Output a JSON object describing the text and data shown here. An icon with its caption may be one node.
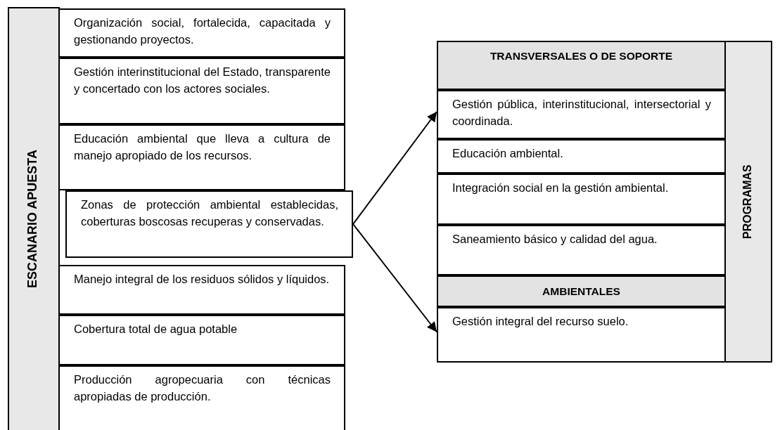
{
  "diagram": {
    "nodes": [
      {
        "text": [
          "ESCANARIO APUESTA"
        ]
      },
      {
        "text": [
          "Organización social, fortalecida, capacitada y gestionando proyectos."
        ],
        "in": 0
      },
      {
        "text": [
          "Gestión interinstitucional del Estado, transparente y concertado con los actores sociales."
        ],
        "in": 0
      },
      {
        "text": [
          "Educación ambiental que lleva a cultura de manejo apropiado de los recursos."
        ],
        "in": 0
      },
      {
        "text": [
          "Zonas de protección ambiental establecidas, coberturas boscosas recuperas y conservadas."
        ],
        "in": 0
      },
      {
        "text": [
          "Manejo integral de los residuos sólidos y líquidos."
        ],
        "in": 0
      },
      {
        "text": [
          "Cobertura total de agua potable"
        ],
        "in": 0
      },
      {
        "text": [
          "Producción agropecuaria con técnicas apropiadas de producción."
        ],
        "in": 0
      },
      {
        "text": [
          "PROGRAMAS"
        ]
      },
      {
        "text": [
          "TRANSVERSALES O DE SOPORTE"
        ],
        "in": 8
      },
      {
        "text": [
          "Gestión pública, interinstitucional, intersectorial y coordinada."
        ],
        "in": 8
      },
      {
        "text": [
          "Educación ambiental."
        ],
        "in": 8
      },
      {
        "text": [
          "Integración social en la gestión ambiental."
        ],
        "in": 8
      },
      {
        "text": [
          "Saneamiento básico y calidad del agua."
        ],
        "in": 8
      },
      {
        "text": [
          "AMBIENTALES"
        ],
        "in": 8
      },
      {
        "text": [
          "Gestión integral del recurso suelo."
        ],
        "in": 8
      }
    ],
    "edges": [
      {
        "from": 4,
        "to": 10,
        "arrow": "to"
      },
      {
        "from": 4,
        "to": 15,
        "arrow": "to"
      }
    ]
  }
}
